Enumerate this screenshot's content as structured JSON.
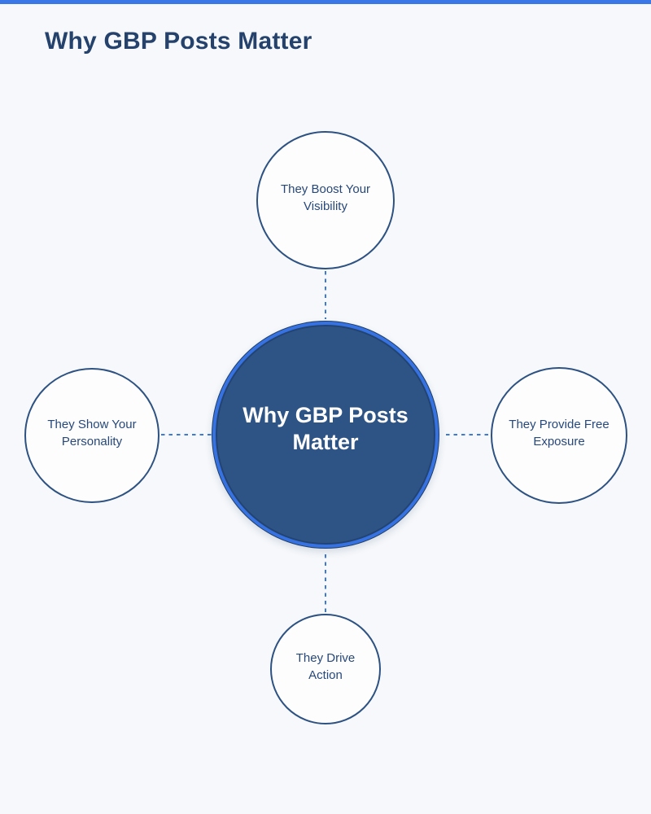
{
  "page": {
    "title": "Why GBP Posts Matter"
  },
  "colors": {
    "background": "#f6f8fb",
    "accent_bar": "#3b78e7",
    "title_text": "#24426b",
    "center_fill": "#2e5486",
    "center_ring": "#3672e2",
    "center_text": "#ffffff",
    "node_fill": "#fdfdfe",
    "node_border": "#2d5282",
    "node_text": "#27487a",
    "connector": "#3f7ad2"
  },
  "diagram": {
    "center": {
      "lines": [
        "Why GBP Posts",
        "Matter"
      ]
    },
    "nodes": [
      {
        "position": "top",
        "lines": [
          "They Boost Your",
          "Visibility"
        ]
      },
      {
        "position": "left",
        "lines": [
          "They Show Your",
          "Personality"
        ]
      },
      {
        "position": "right",
        "lines": [
          "They Provide Free",
          "Exposure"
        ]
      },
      {
        "position": "bottom",
        "lines": [
          "They Drive",
          "Action"
        ]
      }
    ]
  }
}
